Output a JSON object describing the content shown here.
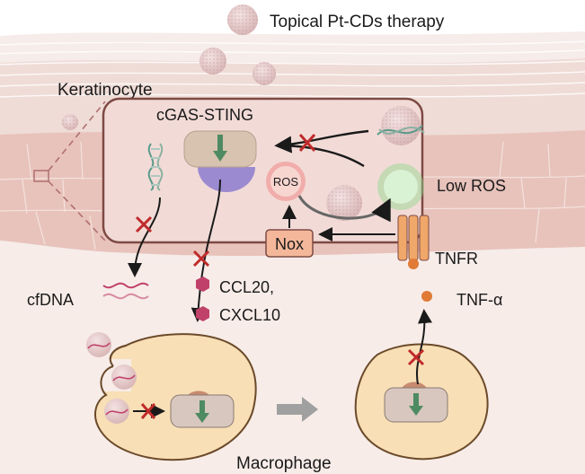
{
  "labels": {
    "therapy": "Topical Pt-CDs therapy",
    "keratinocyte": "Keratinocyte",
    "cgas_sting": "cGAS-STING",
    "ros": "ROS",
    "low_ros": "Low ROS",
    "nox": "Nox",
    "tnfr": "TNFR",
    "cfdna": "cfDNA",
    "ccl20": "CCL20,",
    "cxcl10": "CXCL10",
    "tnf_alpha": "TNF-α",
    "macrophage": "Macrophage"
  },
  "colors": {
    "skin_upper": "#efdcd6",
    "skin_lower": "#e8c3bb",
    "cell_fill": "#f2dbd7",
    "cell_stroke": "#7e4a44",
    "macrophage_fill": "#f8dfb6",
    "macrophage_stroke": "#6b4a2a",
    "sting_top": "#d8c2b0",
    "sting_bottom": "#9c8ad0",
    "arrow_green": "#4e8a62",
    "inhibit_red": "#c02a2a",
    "nox_fill": "#f4b79a",
    "tnfr_fill": "#f0a76a",
    "tnf_alpha": "#e07a35",
    "chemokine": "#c0416a",
    "ros_halo": "#f25a5a",
    "low_ros_halo": "#8bd88a",
    "nanoparticle": "#e4c5c5"
  },
  "icons": [
    "dna-icon",
    "nanoparticle-icon",
    "inhibition-x-icon",
    "sting-protein-icon",
    "receptor-icon"
  ]
}
